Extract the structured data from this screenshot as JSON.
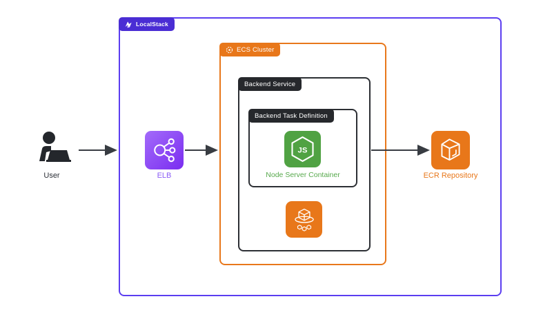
{
  "diagram": {
    "title": "LocalStack ECS architecture diagram",
    "containers": {
      "localstack": {
        "label": "LocalStack"
      },
      "ecs_cluster": {
        "label": "ECS Cluster"
      },
      "backend_service": {
        "label": "Backend Service"
      },
      "task_definition": {
        "label": "Backend Task Definition"
      }
    },
    "nodes": {
      "user": {
        "label": "User",
        "icon": "user-at-laptop-icon"
      },
      "elb": {
        "label": "ELB",
        "icon": "load-balancer-icon"
      },
      "node_container": {
        "label": "Node Server Container",
        "icon": "nodejs-icon",
        "icon_text": "JS"
      },
      "ecs": {
        "label": "",
        "icon": "ecs-containers-icon"
      },
      "ecr": {
        "label": "ECR Repository",
        "icon": "ecr-cube-icon"
      }
    },
    "arrows": [
      {
        "from": "user",
        "to": "localstack-boundary"
      },
      {
        "from": "elb",
        "to": "ecs-cluster-boundary"
      },
      {
        "from": "backend-service-boundary",
        "to": "ecr"
      }
    ],
    "colors": {
      "outer_border": "#5b3df0",
      "localstack_tab": "#4a2dd4",
      "orange": "#e8771a",
      "dark_tab": "#26282c",
      "node_green": "#50a243",
      "node_label_green": "#57a94c",
      "elb_purple_light": "#a36bfa",
      "elb_purple_dark": "#7a2df0",
      "elb_label": "#8b5cf6",
      "arrow": "#383c42",
      "user_silhouette": "#24272c"
    }
  }
}
